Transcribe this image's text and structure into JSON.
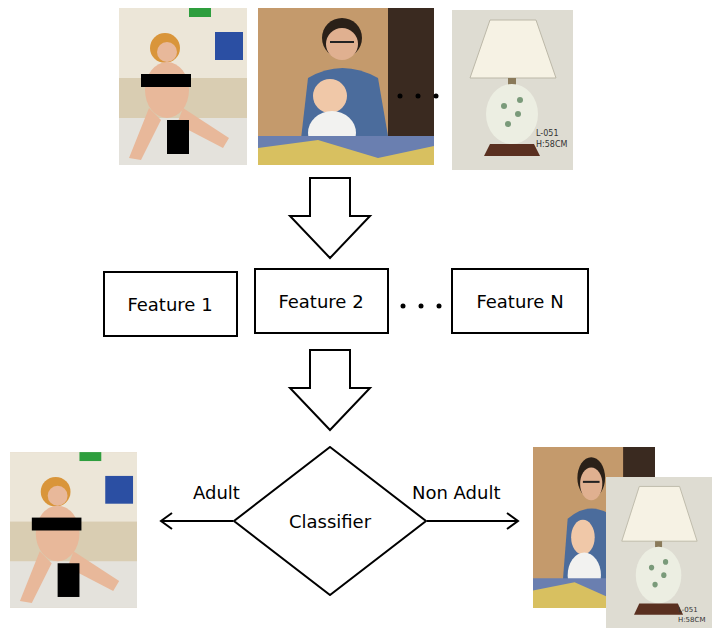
{
  "diagram": {
    "nodes": [
      {
        "text": [
          "Feature 1"
        ]
      },
      {
        "text": [
          "Feature 2"
        ]
      },
      {
        "text": [
          "Feature N"
        ]
      },
      {
        "text": [
          "Classifier"
        ]
      }
    ],
    "labels": [
      "L-051",
      "H:58CM",
      "Adult",
      "Non Adult",
      "L-051",
      "H:58CM"
    ]
  }
}
